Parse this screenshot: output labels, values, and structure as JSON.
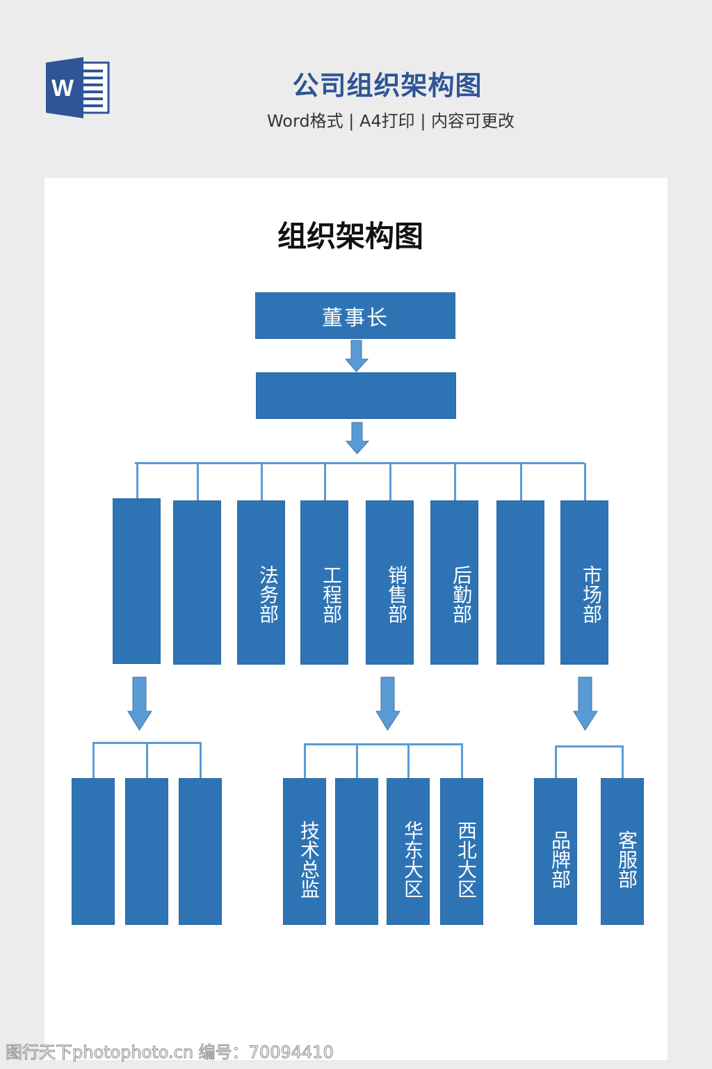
{
  "header": {
    "app_icon": "word-icon",
    "app_icon_letter": "W",
    "title": "公司组织架构图",
    "subtitle": "Word格式 | A4打印 | 内容可更改"
  },
  "document": {
    "title": "组织架构图",
    "colors": {
      "box": "#2e74b5",
      "connector": "#5b9bd5",
      "arrow": "#5b9bd5",
      "title_accent": "#2f5597"
    },
    "level1": {
      "label": "董事长"
    },
    "level2": {
      "label": ""
    },
    "departments": [
      {
        "label": ""
      },
      {
        "label": ""
      },
      {
        "label": "法务部"
      },
      {
        "label": "工程部"
      },
      {
        "label": "销售部"
      },
      {
        "label": "后勤部"
      },
      {
        "label": ""
      },
      {
        "label": "市场部"
      }
    ],
    "subgroups": [
      {
        "parent_index": 0,
        "children": [
          {
            "label": ""
          },
          {
            "label": ""
          },
          {
            "label": ""
          }
        ]
      },
      {
        "parent_index": 4,
        "children": [
          {
            "label": "技术总监"
          },
          {
            "label": ""
          },
          {
            "label": "华东大区"
          },
          {
            "label": "西北大区"
          }
        ]
      },
      {
        "parent_index": 7,
        "children": [
          {
            "label": "品牌部"
          },
          {
            "label": "客服部"
          }
        ]
      }
    ]
  },
  "watermark": "图行天下photophoto.cn 编号：70094410"
}
